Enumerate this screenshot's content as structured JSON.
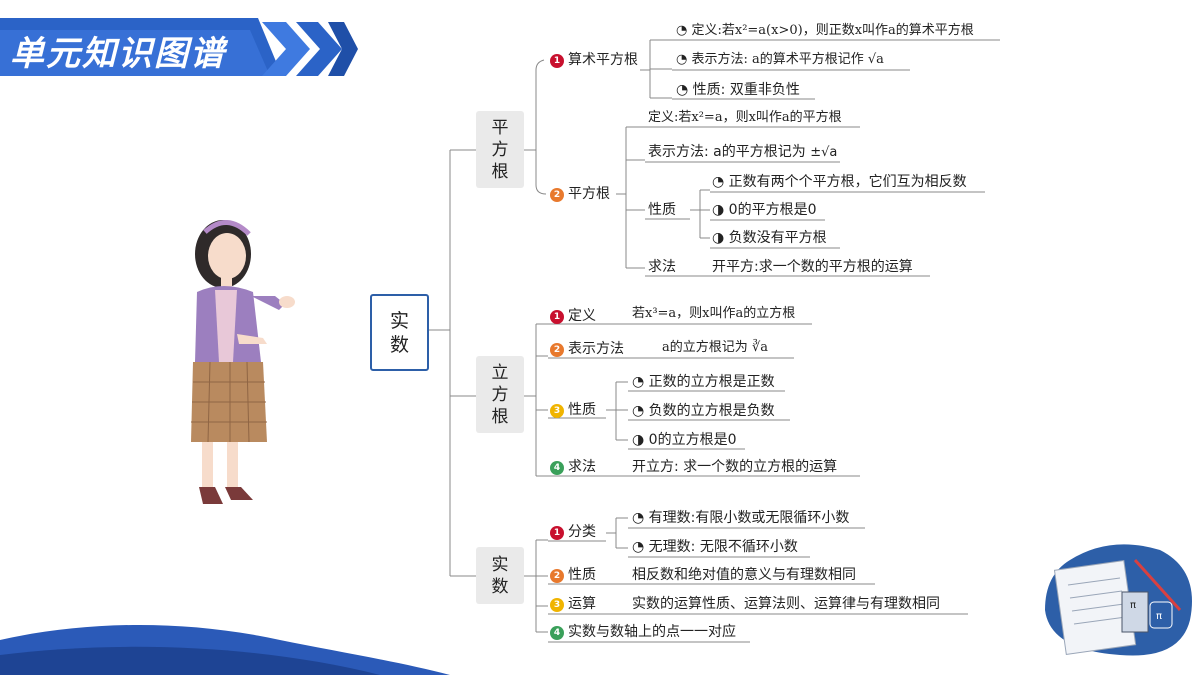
{
  "header": {
    "title": "单元知识图谱"
  },
  "root": [
    "实",
    "数"
  ],
  "branches": {
    "square": {
      "label": [
        "平",
        "方",
        "根"
      ],
      "arith": {
        "num": "1",
        "label": "算术平方根",
        "def": "定义:若x²=a(x>0)，则正数x叫作a的算术平方根",
        "notation": "表示方法: a的算术平方根记作",
        "notation_math": "√a",
        "property": "性质: 双重非负性"
      },
      "sqrt": {
        "num": "2",
        "label": "平方根",
        "def": "定义:若x²=a，则x叫作a的平方根",
        "notation": "表示方法: a的平方根记为",
        "notation_math": "±√a",
        "property_label": "性质",
        "properties": [
          "正数有两个个平方根，它们互为相反数",
          "0的平方根是0",
          "负数没有平方根"
        ],
        "method_label": "求法",
        "method": "开平方:求一个数的平方根的运算"
      }
    },
    "cube": {
      "label": [
        "立",
        "方",
        "根"
      ],
      "items": {
        "def_num": "1",
        "def_label": "定义",
        "def": "若x³=a，则x叫作a的立方根",
        "not_num": "2",
        "not_label": "表示方法",
        "notation": "a的立方根记为",
        "notation_math": "∛a",
        "prop_num": "3",
        "prop_label": "性质",
        "properties": [
          "正数的立方根是正数",
          "负数的立方根是负数",
          "0的立方根是0"
        ],
        "method_num": "4",
        "method_label": "求法",
        "method": "开立方: 求一个数的立方根的运算"
      }
    },
    "real": {
      "label": [
        "实",
        "数"
      ],
      "class_num": "1",
      "class_label": "分类",
      "classes": [
        "有理数:有限小数或无限循环小数",
        "无理数: 无限不循环小数"
      ],
      "prop_num": "2",
      "prop_label": "性质",
      "property": "相反数和绝对值的意义与有理数相同",
      "ops_num": "3",
      "ops_label": "运算",
      "ops": "实数的运算性质、运算法则、运算律与有理数相同",
      "line_num": "4",
      "line_label": "实数与数轴上的点一一对应"
    }
  },
  "colors": {
    "accent": "#2d5fa8",
    "num1": "#c8102e",
    "num2": "#e8792d",
    "num3": "#f0b400",
    "num4": "#3aa05a"
  }
}
